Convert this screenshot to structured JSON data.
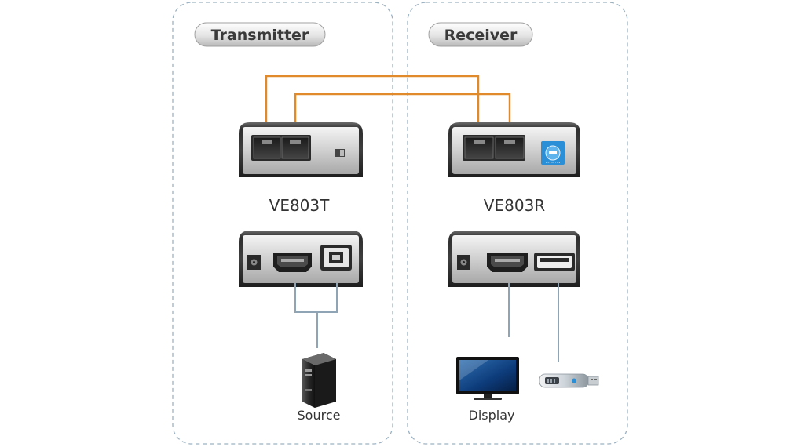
{
  "transmitter": {
    "section_label": "Transmitter",
    "model": "VE803T",
    "device_label": "Source"
  },
  "receiver": {
    "section_label": "Receiver",
    "model": "VE803R",
    "device_label": "Display",
    "dial_numbers": "2 3 4 5 6 7 8 9"
  },
  "colors": {
    "cat_cable": "#e08a2c",
    "signal_line": "#8fa4b4",
    "panel_border": "#9cb2c2",
    "dial_blue": "#2a8fd6"
  },
  "icons": [
    "rj45-port-icon",
    "hdmi-port-icon",
    "usb-b-port-icon",
    "usb-a-port-icon",
    "dc-jack-icon",
    "pc-tower-icon",
    "monitor-icon",
    "usb-flash-drive-icon",
    "rotary-dial-icon",
    "switch-icon"
  ]
}
